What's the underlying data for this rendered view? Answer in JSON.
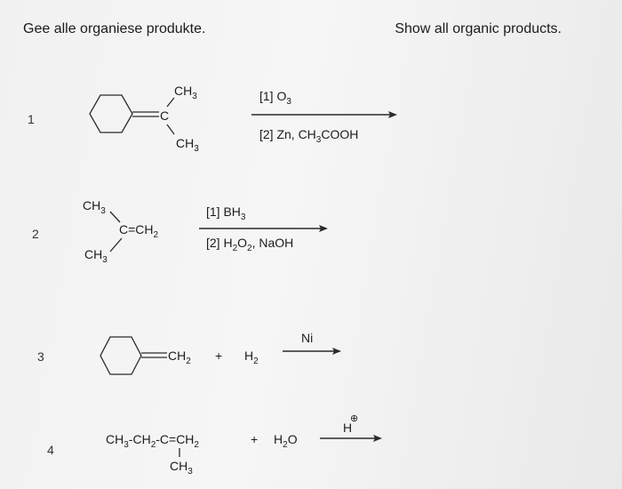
{
  "header": {
    "left": "Gee alle organiese produkte.",
    "right": "Show all organic products."
  },
  "problems": [
    {
      "number": "1",
      "substrate": {
        "top_group": [
          "CH",
          "3"
        ],
        "center_atom": "C",
        "bottom_group": [
          "CH",
          "3"
        ]
      },
      "reagent_top": [
        "[1] O",
        "3",
        ""
      ],
      "reagent_bottom": [
        "[2] Zn, CH",
        "3",
        "COOH"
      ]
    },
    {
      "number": "2",
      "substrate": {
        "top_group": [
          "CH",
          "3"
        ],
        "bottom_group": [
          "CH",
          "3"
        ],
        "alkene": [
          "C=CH",
          "2"
        ]
      },
      "reagent_top": [
        "[1] BH",
        "3",
        ""
      ],
      "reagent_bottom": [
        "[2] H",
        "2",
        "O",
        "2",
        ", NaOH"
      ]
    },
    {
      "number": "3",
      "substrate": {
        "exocyclic": [
          "CH",
          "2"
        ]
      },
      "plus": "+",
      "coreactant": [
        "H",
        "2"
      ],
      "catalyst": "Ni"
    },
    {
      "number": "4",
      "substrate": {
        "chain": [
          "CH",
          "3",
          "-CH",
          "2",
          "-C=CH",
          "2"
        ],
        "branch": [
          "CH",
          "3"
        ]
      },
      "plus": "+",
      "coreactant": [
        "H",
        "2",
        "O"
      ],
      "catalyst": "H",
      "catalyst_charge": "⊕"
    }
  ]
}
